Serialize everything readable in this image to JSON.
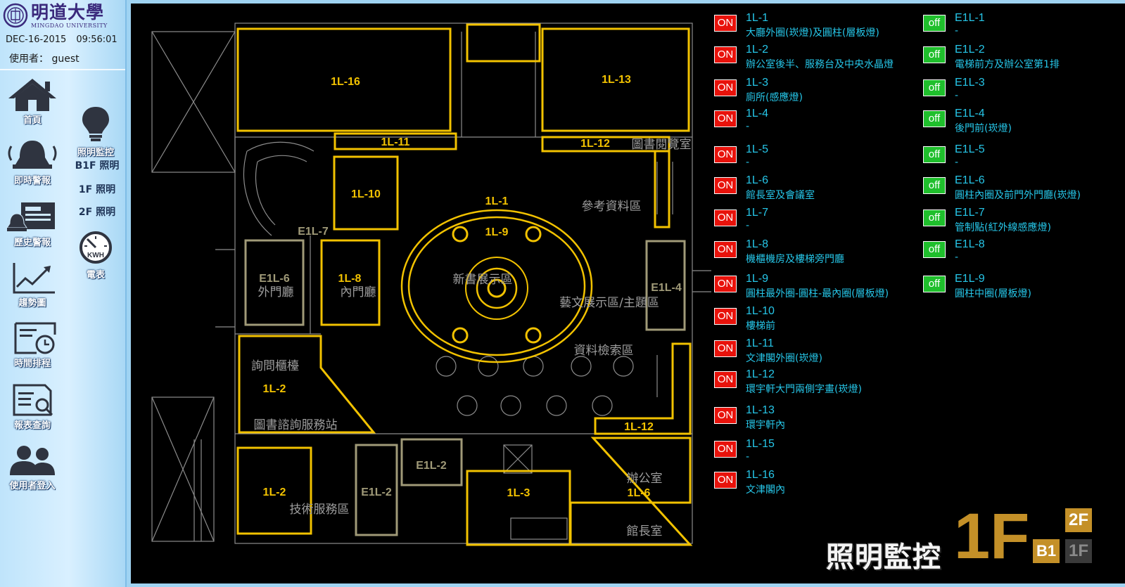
{
  "sidebar": {
    "logo_cn": "明道大學",
    "logo_en": "MINGDAO UNIVERSITY",
    "date": "DEC-16-2015",
    "time": "09:56:01",
    "user_label": "使用者：",
    "user_name": "guest",
    "nav": [
      {
        "label": "首頁",
        "icon": "home-icon"
      },
      {
        "label": "即時警報",
        "icon": "alarm-bell-icon"
      },
      {
        "label": "歷史警報",
        "icon": "history-alarm-icon"
      },
      {
        "label": "趨勢圖",
        "icon": "trend-chart-icon"
      },
      {
        "label": "時間排程",
        "icon": "schedule-clock-icon"
      },
      {
        "label": "報表查詢",
        "icon": "report-search-icon"
      },
      {
        "label": "使用者登入",
        "icon": "users-icon"
      }
    ],
    "lighting": {
      "label": "照明監控",
      "icon": "light-bulb-icon"
    },
    "lighting_sub": [
      "B1F 照明",
      "1F 照明",
      "2F 照明"
    ],
    "meter": {
      "label": "電表",
      "icon": "kwh-meter-icon",
      "icon_text": "KWH"
    }
  },
  "floorplan": {
    "lamp_labels": [
      "1L-16",
      "1L-13",
      "1L-11",
      "1L-12",
      "1L-10",
      "1L-1",
      "1L-9",
      "E1L-7",
      "E1L-6",
      "1L-8",
      "E1L-4",
      "1L-2",
      "1L-12",
      "1L-2",
      "E1L-2",
      "E1L-2",
      "1L-3",
      "1L-6"
    ],
    "room_labels": [
      "圖書閱覽室",
      "參考資料區",
      "外門廳",
      "內門廳",
      "新書展示區",
      "藝文展示區/主題區",
      "資料檢索區",
      "詢問櫃檯",
      "圖書諮詢服務站",
      "技術服務區",
      "辦公室",
      "館長室"
    ]
  },
  "lights_left": [
    {
      "state": "ON",
      "code": "1L-1",
      "desc": "大廳外圈(崁燈)及圓柱(層板燈)"
    },
    {
      "state": "ON",
      "code": "1L-2",
      "desc": "辦公室後半、服務台及中央水晶燈"
    },
    {
      "state": "ON",
      "code": "1L-3",
      "desc": "廁所(感應燈)"
    },
    {
      "state": "ON",
      "code": "1L-4",
      "desc": "-"
    },
    {
      "state": "ON",
      "code": "1L-5",
      "desc": "-"
    },
    {
      "state": "ON",
      "code": "1L-6",
      "desc": "館長室及會議室"
    },
    {
      "state": "ON",
      "code": "1L-7",
      "desc": "-"
    },
    {
      "state": "ON",
      "code": "1L-8",
      "desc": "機櫃機房及樓梯旁門廳"
    },
    {
      "state": "ON",
      "code": "1L-9",
      "desc": "圓柱最外圈-圓柱-最內圈(層板燈)"
    },
    {
      "state": "ON",
      "code": "1L-10",
      "desc": "樓梯前"
    },
    {
      "state": "ON",
      "code": "1L-11",
      "desc": "文津閣外圈(崁燈)"
    },
    {
      "state": "ON",
      "code": "1L-12",
      "desc": "環宇軒大門兩側字畫(崁燈)"
    },
    {
      "state": "ON",
      "code": "1L-13",
      "desc": "環宇軒內"
    },
    {
      "state": "ON",
      "code": "1L-15",
      "desc": "-"
    },
    {
      "state": "ON",
      "code": "1L-16",
      "desc": "文津閣內"
    }
  ],
  "lights_right": [
    {
      "state": "off",
      "code": "E1L-1",
      "desc": "-"
    },
    {
      "state": "off",
      "code": "E1L-2",
      "desc": "電梯前方及辦公室第1排"
    },
    {
      "state": "off",
      "code": "E1L-3",
      "desc": "-"
    },
    {
      "state": "off",
      "code": "E1L-4",
      "desc": "後門前(崁燈)"
    },
    {
      "state": "off",
      "code": "E1L-5",
      "desc": "-"
    },
    {
      "state": "off",
      "code": "E1L-6",
      "desc": "圓柱內圈及前門外門廳(崁燈)"
    },
    {
      "state": "off",
      "code": "E1L-7",
      "desc": "管制點(紅外線感應燈)"
    },
    {
      "state": "off",
      "code": "E1L-8",
      "desc": "-"
    },
    {
      "state": "off",
      "code": "E1L-9",
      "desc": "圓柱中圈(層板燈)"
    }
  ],
  "footer": {
    "title": "照明監控",
    "current_floor": "1F",
    "btn_2f": "2F",
    "btn_b1": "B1",
    "btn_1f": "1F"
  },
  "colors": {
    "lamp_on": "#f2c200",
    "lamp_off": "#a09a78",
    "wall": "#8c8c8c",
    "on_button": "#e8120b",
    "off_button": "#1fbf2c",
    "list_text": "#26c6e8",
    "floor_gold": "#c49028"
  }
}
